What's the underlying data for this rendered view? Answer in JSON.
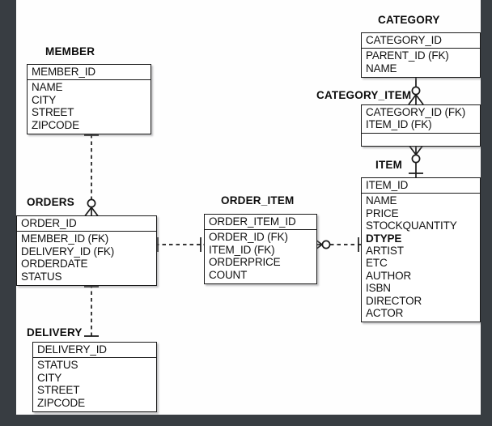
{
  "diagram": {
    "type": "entity-relationship-diagram",
    "notation": "crow's-foot (IDEF1X style)",
    "background": "#fefefe",
    "frame_color": "#383d42",
    "line_color": "#1a1a1a"
  },
  "entities": [
    {
      "id": "member",
      "name": "MEMBER",
      "key_attributes": [
        "MEMBER_ID"
      ],
      "attributes": [
        "NAME",
        "CITY",
        "STREET",
        "ZIPCODE"
      ]
    },
    {
      "id": "orders",
      "name": "ORDERS",
      "key_attributes": [
        "ORDER_ID"
      ],
      "attributes": [
        "MEMBER_ID (FK)",
        "DELIVERY_ID (FK)",
        "ORDERDATE",
        "STATUS"
      ]
    },
    {
      "id": "delivery",
      "name": "DELIVERY",
      "key_attributes": [
        "DELIVERY_ID"
      ],
      "attributes": [
        "STATUS",
        "CITY",
        "STREET",
        "ZIPCODE"
      ]
    },
    {
      "id": "order_item",
      "name": "ORDER_ITEM",
      "key_attributes": [
        "ORDER_ITEM_ID"
      ],
      "attributes": [
        "ORDER_ID (FK)",
        "ITEM_ID (FK)",
        "ORDERPRICE",
        "COUNT"
      ]
    },
    {
      "id": "item",
      "name": "ITEM",
      "key_attributes": [
        "ITEM_ID"
      ],
      "attributes": [
        "NAME",
        "PRICE",
        "STOCKQUANTITY",
        "DTYPE",
        "ARTIST",
        "ETC",
        "AUTHOR",
        "ISBN",
        "DIRECTOR",
        "ACTOR"
      ],
      "bold_attributes": [
        "DTYPE"
      ]
    },
    {
      "id": "category",
      "name": "CATEGORY",
      "key_attributes": [
        "CATEGORY_ID"
      ],
      "attributes": [
        "PARENT_ID (FK)",
        "NAME"
      ]
    },
    {
      "id": "category_item",
      "name": "CATEGORY_ITEM",
      "key_attributes": [
        "CATEGORY_ID (FK)",
        "ITEM_ID (FK)"
      ],
      "attributes": []
    }
  ],
  "relationships": [
    {
      "id": "member-orders",
      "from": "MEMBER",
      "to": "ORDERS",
      "from_cardinality": "one",
      "to_cardinality": "zero-or-many",
      "line": "dashed"
    },
    {
      "id": "orders-delivery",
      "from": "ORDERS",
      "to": "DELIVERY",
      "from_cardinality": "one",
      "to_cardinality": "one",
      "line": "dashed"
    },
    {
      "id": "orders-order_item",
      "from": "ORDERS",
      "to": "ORDER_ITEM",
      "from_cardinality": "one",
      "to_cardinality": "one-or-many",
      "line": "dashed"
    },
    {
      "id": "order_item-item",
      "from": "ORDER_ITEM",
      "to": "ITEM",
      "from_cardinality": "zero-or-many",
      "to_cardinality": "one",
      "line": "dashed"
    },
    {
      "id": "category-category_item",
      "from": "CATEGORY",
      "to": "CATEGORY_ITEM",
      "from_cardinality": "one",
      "to_cardinality": "zero-or-many",
      "line": "solid"
    },
    {
      "id": "category_item-item",
      "from": "CATEGORY_ITEM",
      "to": "ITEM",
      "from_cardinality": "zero-or-many",
      "to_cardinality": "one",
      "line": "solid"
    }
  ]
}
